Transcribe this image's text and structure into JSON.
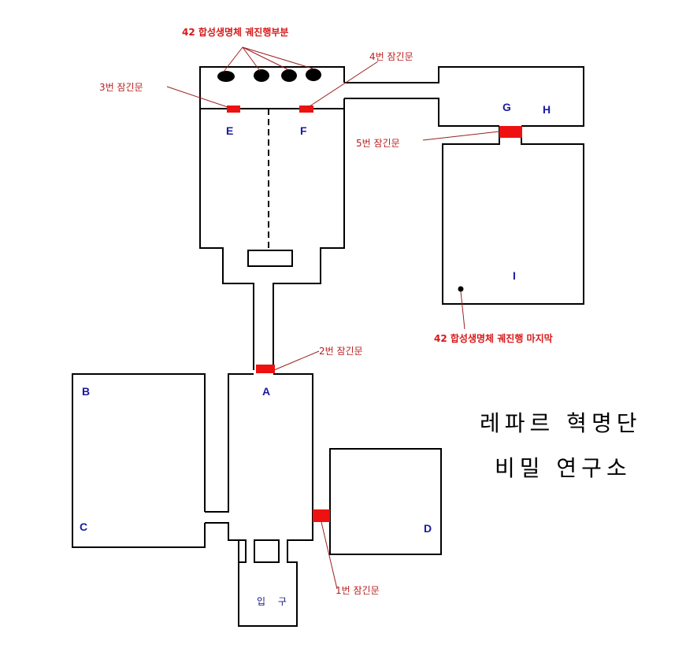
{
  "title": {
    "line1": "레파르 혁명단",
    "line2": "비밀 연구소"
  },
  "rooms": {
    "A": "A",
    "B": "B",
    "C": "C",
    "D": "D",
    "E": "E",
    "F": "F",
    "G": "G",
    "H": "H",
    "I": "I",
    "entrance": "입 구"
  },
  "doors": {
    "door1": "1번 잠긴문",
    "door2": "2번 잠긴문",
    "door3": "3번 잠긴문",
    "door4": "4번 잠긴문",
    "door5": "5번 잠긴문"
  },
  "notes": {
    "synthetic_parts": "42 합성생명체 궤진행부분",
    "synthetic_end": "42 합성생명체 궤진행 마지막"
  },
  "colors": {
    "wall": "#000000",
    "door": "#ee1111",
    "leader_line": "#9b2020",
    "room_letter": "#1a1aa0",
    "label_red": "#b81e1e"
  }
}
